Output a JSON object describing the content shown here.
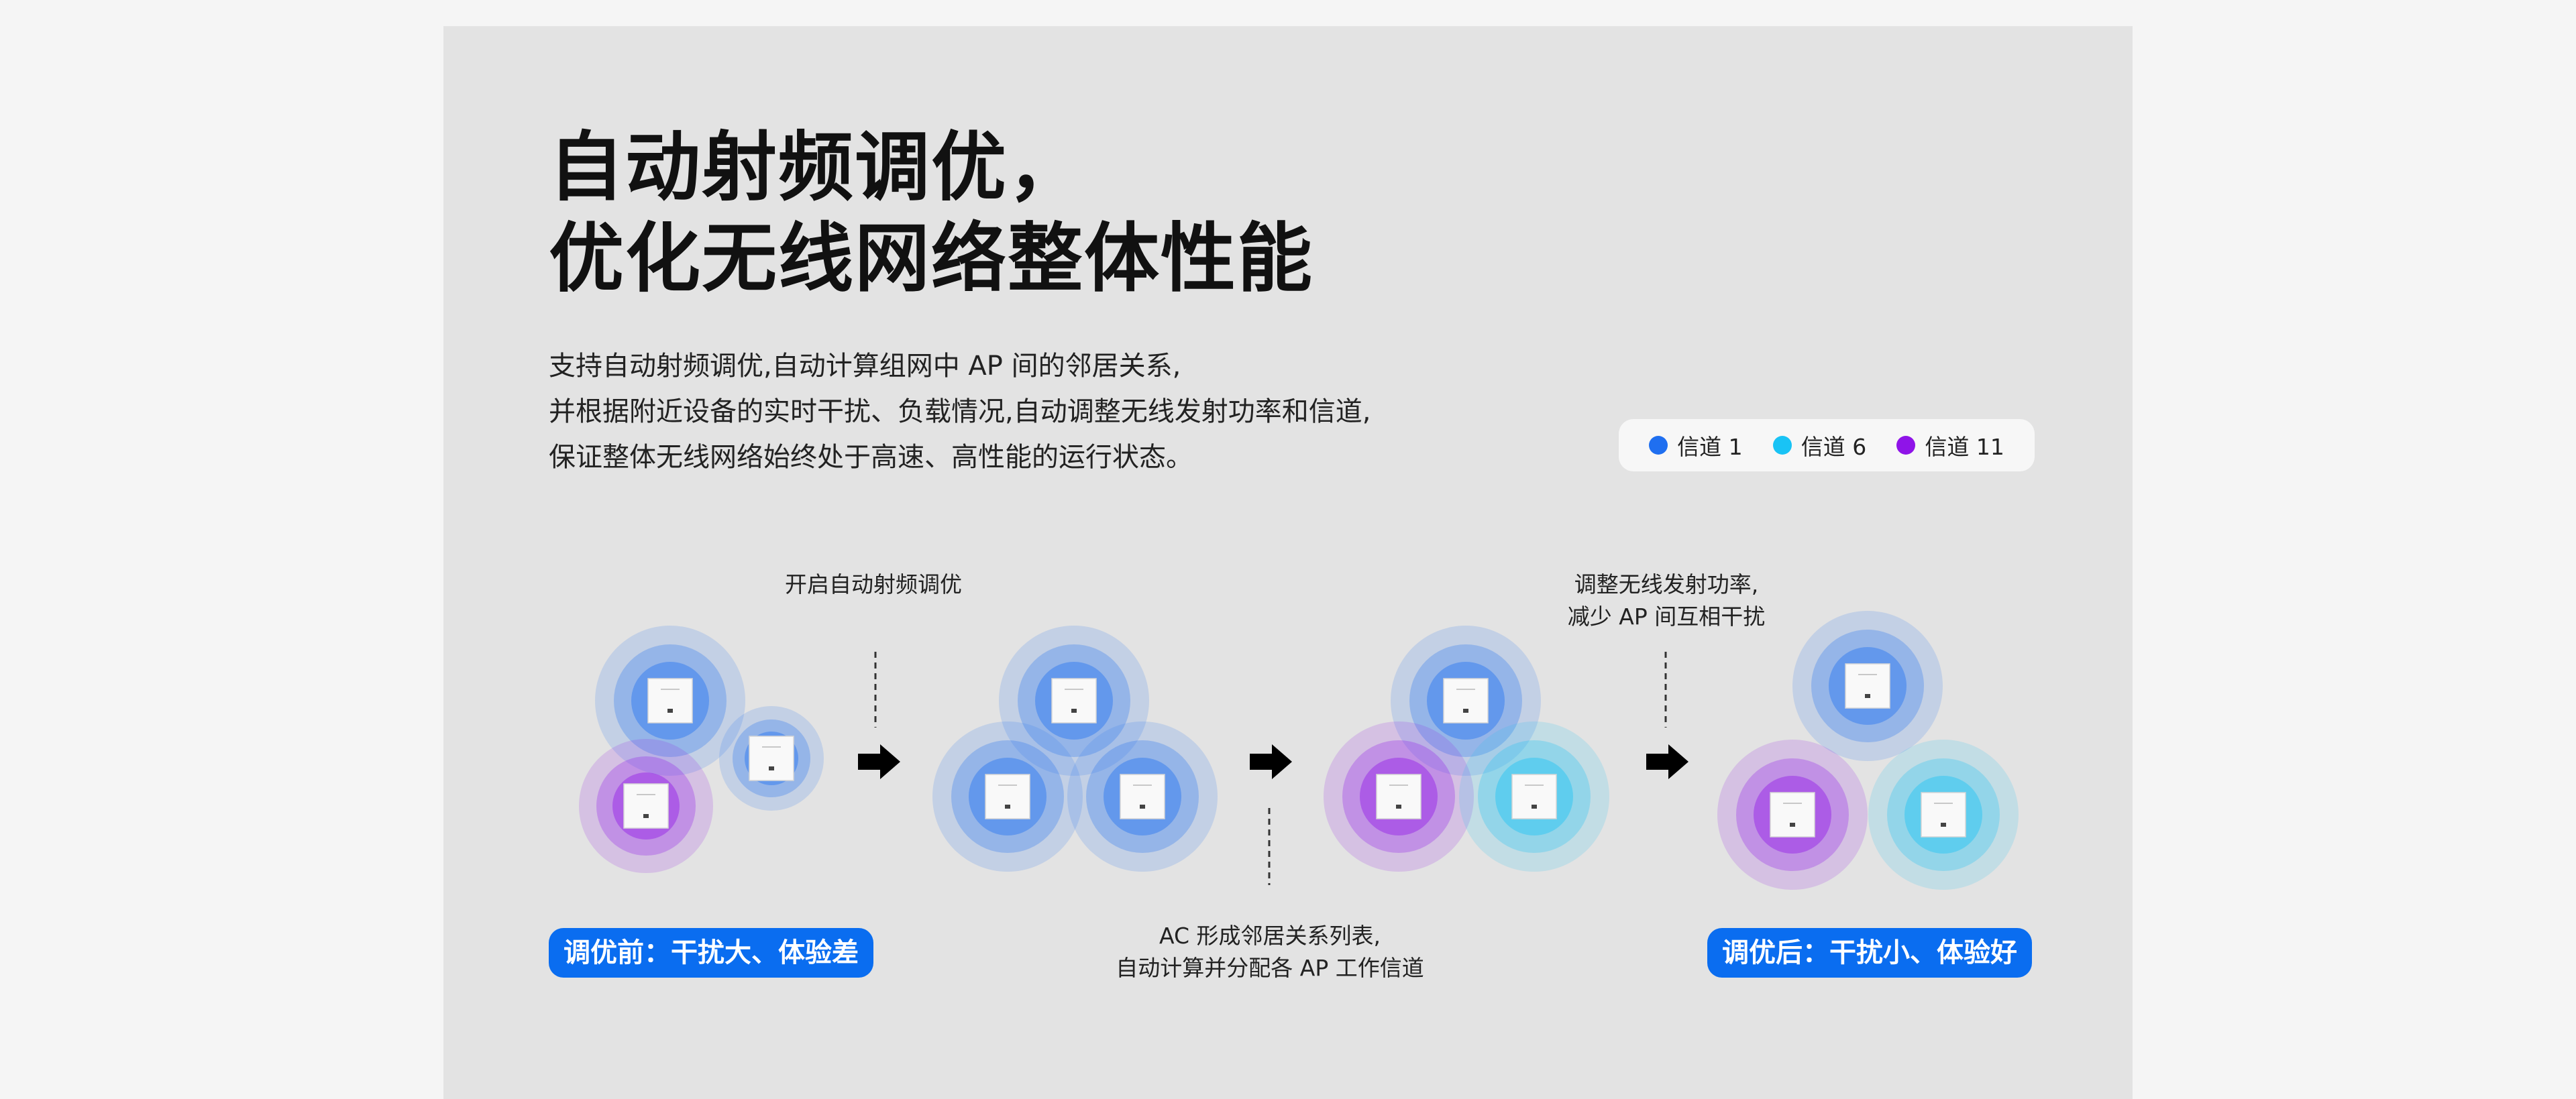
{
  "title": {
    "line1": "自动射频调优，",
    "line2": "优化无线网络整体性能"
  },
  "description": {
    "line1": "支持自动射频调优,自动计算组网中 AP 间的邻居关系,",
    "line2": "并根据附近设备的实时干扰、负载情况,自动调整无线发射功率和信道,",
    "line3": "保证整体无线网络始终处于高速、高性能的运行状态。"
  },
  "legend": [
    {
      "label": "信道 1",
      "color": "#1f6ff0"
    },
    {
      "label": "信道 6",
      "color": "#19c3f5"
    },
    {
      "label": "信道 11",
      "color": "#8f14e8"
    }
  ],
  "steps": {
    "step1": "开启自动射频调优",
    "step2_line1": "AC 形成邻居关系列表,",
    "step2_line2": "自动计算并分配各 AP 工作信道",
    "step3_line1": "调整无线发射功率,",
    "step3_line2": "减少 AP 间互相干扰"
  },
  "badges": {
    "before": "调优前：干扰大、体验差",
    "after": "调优后：干扰小、体验好"
  },
  "colors": {
    "channel1": "#1f6ff0",
    "channel6": "#19c3f5",
    "channel11": "#8f14e8",
    "accent": "#0a6df0"
  },
  "icons": {
    "access_point": "ap-device-icon",
    "arrow": "arrow-right-icon"
  }
}
